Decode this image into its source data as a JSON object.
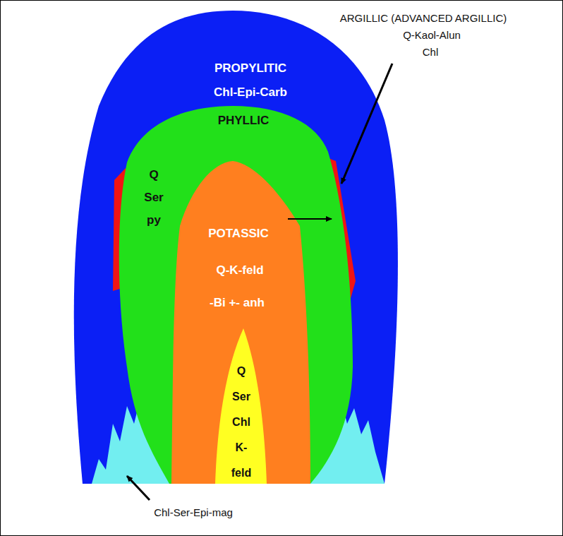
{
  "diagram": {
    "nodes": [
      {
        "text": [
          "PROPYLITIC",
          "Chl-Epi-Carb"
        ]
      },
      {
        "text": [
          "PHYLLIC",
          "Q Ser py"
        ],
        "in": 0
      },
      {
        "text": [
          "POTASSIC",
          "Q-K-feld",
          "-Bi +- anh"
        ],
        "in": 1
      },
      {
        "text": [
          "Q Ser Chl K-feld"
        ],
        "in": 2
      }
    ],
    "labels": [
      "ARGILLIC (ADVANCED ARGILLIC)",
      "Q-Kaol-Alun",
      "Chl",
      "Chl-Ser-Epi-mag"
    ]
  }
}
